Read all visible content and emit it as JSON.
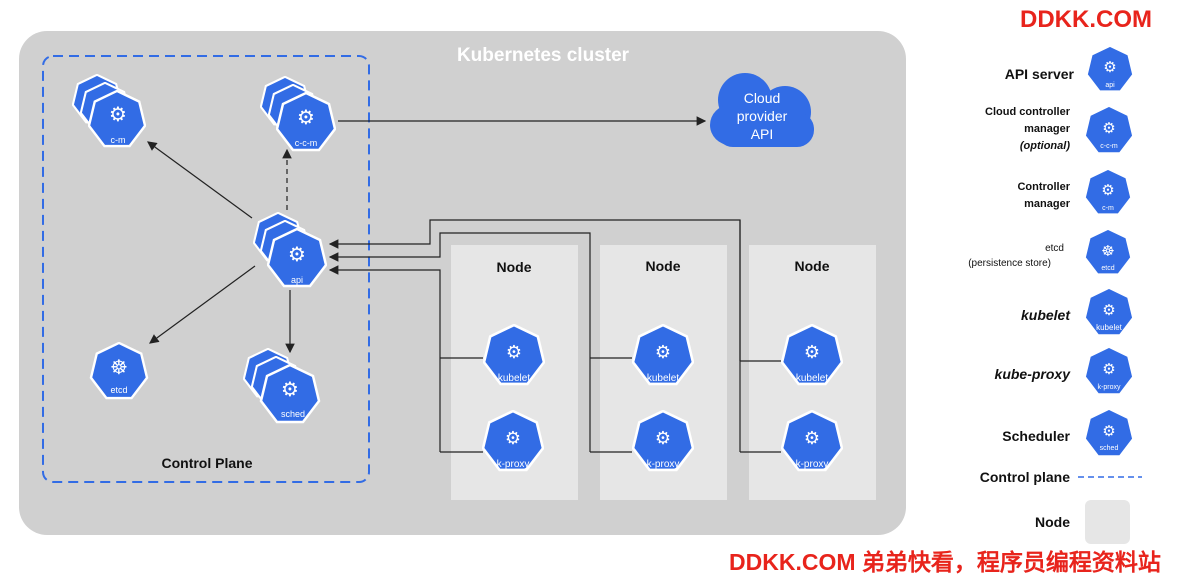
{
  "watermark": {
    "top": "DDKK.COM",
    "bottom": "DDKK.COM 弟弟快看，程序员编程资料站",
    "color": "#e8241c"
  },
  "cluster": {
    "title": "Kubernetes cluster",
    "control_plane_label": "Control Plane",
    "components": {
      "cm": "c-m",
      "ccm": "c-c-m",
      "api": "api",
      "etcd": "etcd",
      "sched": "sched"
    },
    "cloud": {
      "line1": "Cloud",
      "line2": "provider",
      "line3": "API"
    },
    "nodes": [
      {
        "title": "Node",
        "kubelet": "kubelet",
        "kproxy": "k-proxy"
      },
      {
        "title": "Node",
        "kubelet": "kubelet",
        "kproxy": "k-proxy"
      },
      {
        "title": "Node",
        "kubelet": "kubelet",
        "kproxy": "k-proxy"
      }
    ]
  },
  "legend": {
    "api_server": "API server",
    "api_icon": "api",
    "ccm_line1": "Cloud controller",
    "ccm_line2": "manager",
    "ccm_line3": "(optional)",
    "ccm_icon": "c-c-m",
    "cm_line1": "Controller",
    "cm_line2": "manager",
    "cm_icon": "c-m",
    "etcd_line1": "etcd",
    "etcd_line2": "(persistence store)",
    "etcd_icon": "etcd",
    "kubelet": "kubelet",
    "kubelet_icon": "kubelet",
    "kproxy": "kube-proxy",
    "kproxy_icon": "k-proxy",
    "scheduler": "Scheduler",
    "sched_icon": "sched",
    "control_plane": "Control plane",
    "node": "Node"
  },
  "colors": {
    "k8s_blue": "#326ce5",
    "cluster_bg": "#d0d0d0",
    "node_bg": "#e6e6e6",
    "title_white": "#ffffff"
  }
}
